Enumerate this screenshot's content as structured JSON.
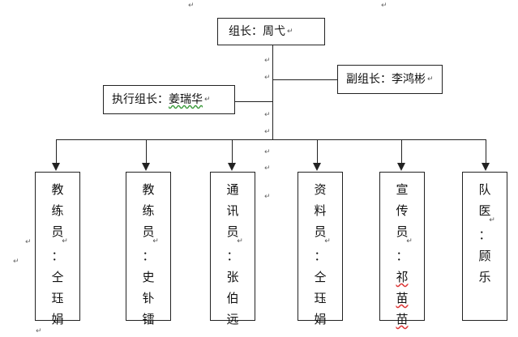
{
  "leader": {
    "label": "组长：",
    "name": "周弋",
    "mark": "↵"
  },
  "deputy": {
    "label": "副组长：",
    "name": "李鸿彬",
    "mark": "↵"
  },
  "exec": {
    "label": "执行组长：",
    "name": "姜瑞华",
    "mark": "↵"
  },
  "paragraph_mark": "↵",
  "members": [
    {
      "role_chars": [
        "教",
        "练",
        "员"
      ],
      "colon": "：",
      "name_chars": [
        "仝",
        "珏",
        "娟"
      ]
    },
    {
      "role_chars": [
        "教",
        "练",
        "员"
      ],
      "colon": "：",
      "name_chars": [
        "史",
        "钋",
        "镭"
      ]
    },
    {
      "role_chars": [
        "通",
        "讯",
        "员"
      ],
      "colon": "：",
      "name_chars": [
        "张",
        "伯",
        "远"
      ]
    },
    {
      "role_chars": [
        "资",
        "料",
        "员"
      ],
      "colon": "：",
      "name_chars": [
        "仝",
        "珏",
        "娟"
      ]
    },
    {
      "role_chars": [
        "宣",
        "传",
        "员"
      ],
      "colon": "：",
      "name_chars": [
        "祁",
        "苗",
        "苗"
      ]
    },
    {
      "role_chars": [
        "队",
        "医"
      ],
      "colon": "：",
      "name_chars": [
        "顾",
        "乐"
      ]
    }
  ]
}
